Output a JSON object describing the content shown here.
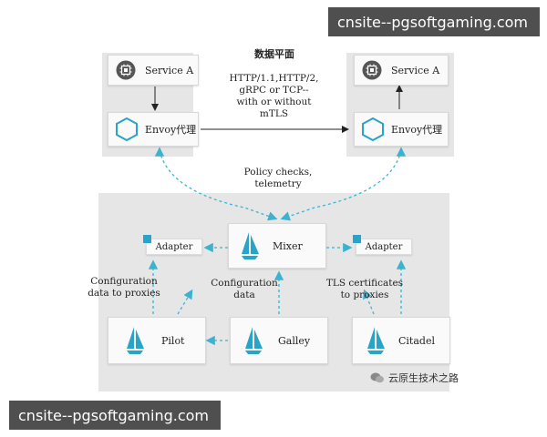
{
  "watermark_top": "cnsite--pgsoftgaming.com",
  "watermark_bottom": "cnsite--pgsoftgaming.com",
  "data_plane": {
    "title": "数据平面",
    "protocols": [
      "HTTP/1.1,HTTP/2,",
      "gRPC or TCP--",
      "with or without",
      "mTLS"
    ]
  },
  "left_pod": {
    "service": "Service A",
    "proxy": "Envoy代理"
  },
  "right_pod": {
    "service": "Service A",
    "proxy": "Envoy代理"
  },
  "policy_label": [
    "Policy checks,",
    "telemetry"
  ],
  "mixer": "Mixer",
  "adapter_left": "Adapter",
  "adapter_right": "Adapter",
  "config_left": [
    "Configuration",
    "data to proxies"
  ],
  "config_mid": [
    "Configuration",
    "data"
  ],
  "tls_label": [
    "TLS certificates",
    "to proxies"
  ],
  "pilot": "Pilot",
  "galley": "Galley",
  "citadel": "Citadel",
  "credit": "云原生技术之路",
  "colors": {
    "accent": "#29a3c7",
    "arrow_teal": "#3bb3d0",
    "panel": "#e6e6e6"
  }
}
